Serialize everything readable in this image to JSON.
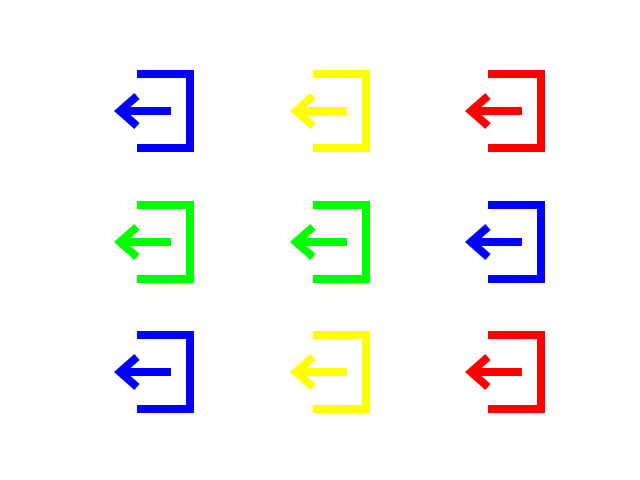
{
  "palette": {
    "blue": "#0000ff",
    "yellow": "#ffff00",
    "red": "#ff0000",
    "green": "#00ff00",
    "background": "#ffffff"
  },
  "icon": "logout-icon",
  "grid": [
    [
      "blue",
      "yellow",
      "red"
    ],
    [
      "green",
      "green",
      "blue"
    ],
    [
      "blue",
      "yellow",
      "red"
    ]
  ]
}
